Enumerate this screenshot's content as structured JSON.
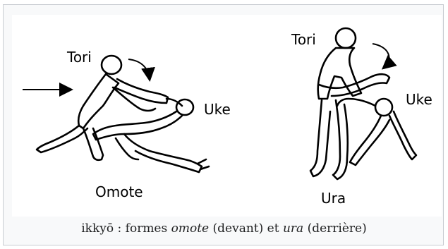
{
  "figure": {
    "left": {
      "attacker_label": "Tori",
      "receiver_label": "Uke",
      "form_label": "Omote"
    },
    "right": {
      "attacker_label": "Tori",
      "receiver_label": "Uke",
      "form_label": "Ura"
    }
  },
  "caption": {
    "prefix": "ikkyō : formes ",
    "term1": "omote",
    "middle": " (devant) et ",
    "term2": "ura",
    "suffix": " (derrière)"
  },
  "colors": {
    "frame_border": "#c8ccd1",
    "frame_background": "#f8f9fa",
    "figure_background": "#ffffff",
    "ink": "#000000"
  }
}
